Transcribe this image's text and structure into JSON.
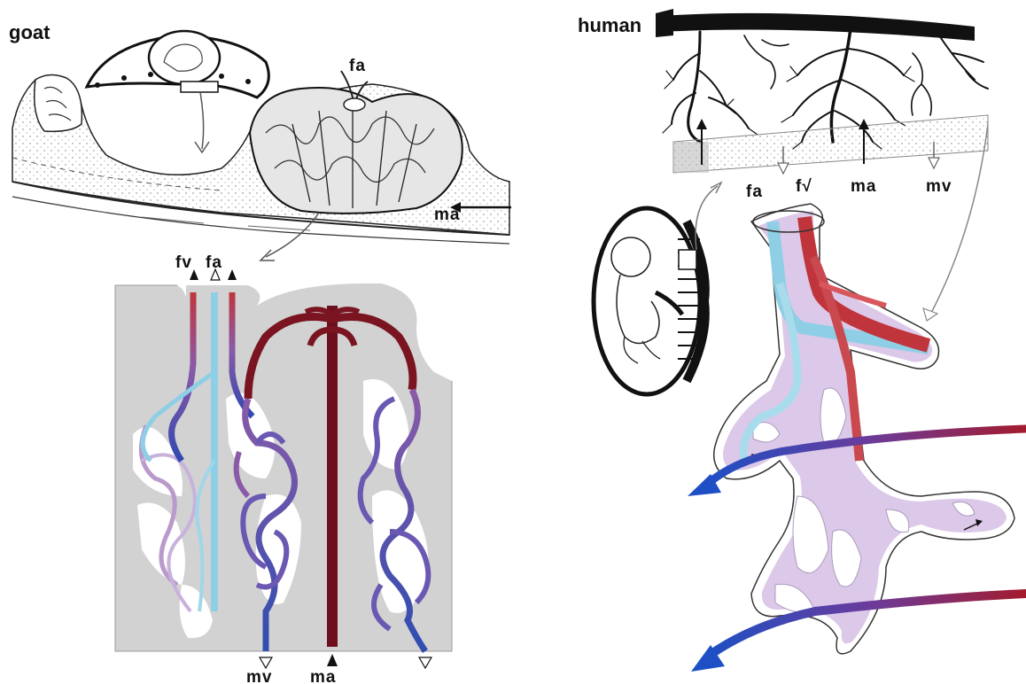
{
  "panels": {
    "goat": {
      "title": "goat",
      "labels": {
        "fa": "fa",
        "ma": "ma",
        "fv": "fv",
        "fa2": "fa",
        "mv": "mv",
        "ma2": "ma"
      }
    },
    "human": {
      "title": "human",
      "labels": {
        "fa": "fa",
        "fv": "f√",
        "ma": "ma",
        "mv": "mv"
      }
    }
  },
  "colors": {
    "maternal_artery": "#7a1420",
    "maternal_vein": "#2f4db0",
    "fetal_artery": "#8ecfe6",
    "fetal_vein": "#c0353c",
    "villus_fill": "#d9c6e6",
    "tissue_gray": "#d0d0d0",
    "mix_purple": "#7b4fa0"
  }
}
